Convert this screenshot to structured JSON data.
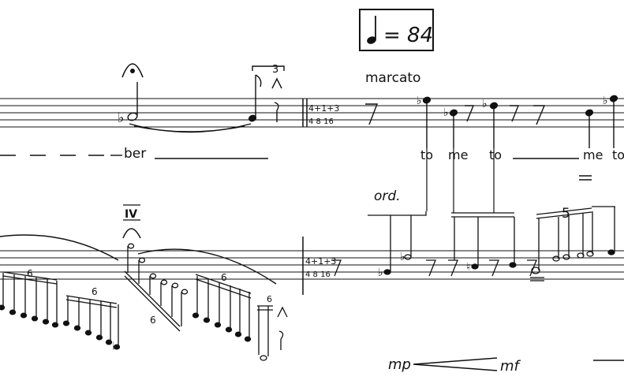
{
  "tempo": {
    "symbol": "♩",
    "equals": "= 84"
  },
  "upper_staff": {
    "expression": "marcato",
    "meter": {
      "top": "4+1+3",
      "bottom": "4 8 16"
    },
    "triplet": "3",
    "lyrics": [
      "ber",
      "to",
      "me",
      "to",
      "me",
      "to"
    ]
  },
  "lower_staff": {
    "technique": "ord.",
    "string": "IV",
    "meter": {
      "top": "4+1+3",
      "bottom": "4 8 16"
    },
    "tuplets": [
      "6",
      "6",
      "6",
      "6",
      "6",
      "5"
    ],
    "dynamics": {
      "start": "mp",
      "end": "mf"
    }
  }
}
